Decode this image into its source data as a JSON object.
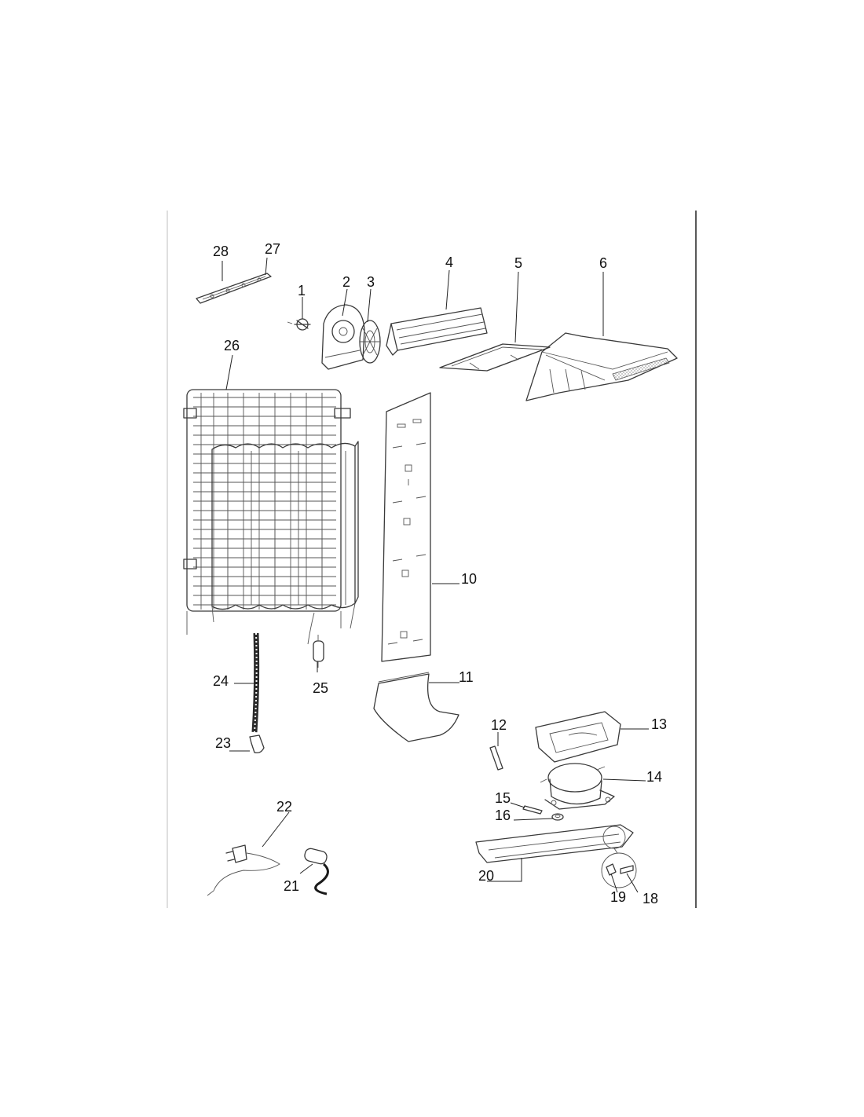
{
  "diagram": {
    "frame_rule_color": "#222222",
    "ink_color": "#3a3a3a",
    "callouts": [
      {
        "id": "1",
        "text": "1"
      },
      {
        "id": "2",
        "text": "2"
      },
      {
        "id": "3",
        "text": "3"
      },
      {
        "id": "4",
        "text": "4"
      },
      {
        "id": "5",
        "text": "5"
      },
      {
        "id": "6",
        "text": "6"
      },
      {
        "id": "10",
        "text": "10"
      },
      {
        "id": "11",
        "text": "11"
      },
      {
        "id": "12",
        "text": "12"
      },
      {
        "id": "13",
        "text": "13"
      },
      {
        "id": "14",
        "text": "14"
      },
      {
        "id": "15",
        "text": "15"
      },
      {
        "id": "16",
        "text": "16"
      },
      {
        "id": "18",
        "text": "18"
      },
      {
        "id": "19",
        "text": "19"
      },
      {
        "id": "20",
        "text": "20"
      },
      {
        "id": "21",
        "text": "21"
      },
      {
        "id": "22",
        "text": "22"
      },
      {
        "id": "23",
        "text": "23"
      },
      {
        "id": "24",
        "text": "24"
      },
      {
        "id": "25",
        "text": "25"
      },
      {
        "id": "26",
        "text": "26"
      },
      {
        "id": "27",
        "text": "27"
      },
      {
        "id": "28",
        "text": "28"
      }
    ]
  }
}
